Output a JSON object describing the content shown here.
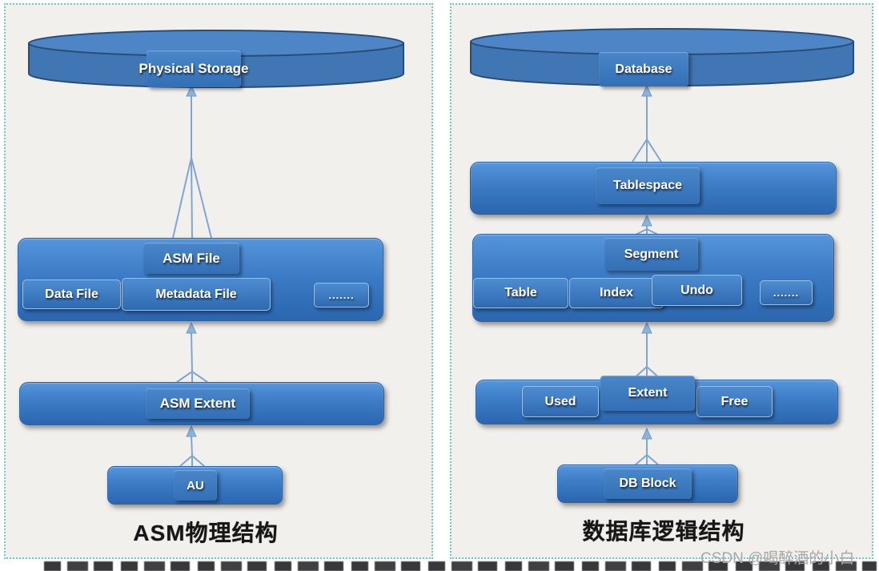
{
  "left_panel": {
    "cylinder_label": "Physical Storage",
    "asm_file": {
      "title": "ASM File",
      "items": [
        "Data File",
        "Metadata File",
        "......."
      ]
    },
    "asm_extent_label": "ASM Extent",
    "au_label": "AU",
    "caption": "ASM物理结构"
  },
  "right_panel": {
    "cylinder_label": "Database",
    "tablespace_label": "Tablespace",
    "segment": {
      "title": "Segment",
      "items": [
        "Table",
        "Index",
        "Undo",
        "......."
      ]
    },
    "extent": {
      "title": "Extent",
      "items": [
        "Used",
        "Free"
      ]
    },
    "db_block_label": "DB Block",
    "caption": "数据库逻辑结构"
  },
  "watermark": "CSDN @喝醉酒的小白",
  "colors": {
    "box_blue_top": "#5595da",
    "box_blue_bottom": "#2b66af",
    "label_plaque_blue": "#336fb5",
    "cylinder_blue": "#4478b8",
    "panel_background": "#f2f0ed",
    "panel_border_teal": "#56c3cb",
    "arrow_blue": "#7fa6d2",
    "caption_black": "#161616",
    "watermark_gray": "#a8a8a8"
  }
}
